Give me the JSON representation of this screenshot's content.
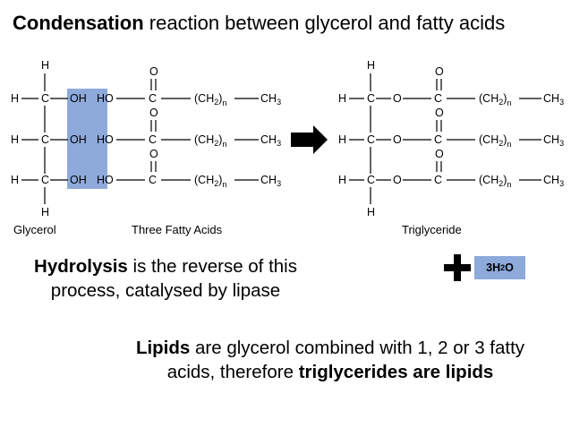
{
  "title": {
    "bold": "Condensation",
    "rest": " reaction between glycerol and fatty acids"
  },
  "glycerol": {
    "h_top": "H",
    "h_bottom": "H",
    "rows": [
      {
        "h": "H",
        "c": "C",
        "oh": "OH"
      },
      {
        "h": "H",
        "c": "C",
        "oh": "OH"
      },
      {
        "h": "H",
        "c": "C",
        "oh": "OH"
      }
    ],
    "caption": "Glycerol",
    "highlight_color": "#8eaadb"
  },
  "fatty_acids": {
    "rows": [
      {
        "ho": "HO",
        "o": "O",
        "c": "C",
        "chain": "(CH",
        "chain_sub": "2",
        "chain_close": ")",
        "n": "n",
        "ch": "CH",
        "ch_sub": "3"
      },
      {
        "ho": "HO",
        "o": "O",
        "c": "C",
        "chain": "(CH",
        "chain_sub": "2",
        "chain_close": ")",
        "n": "n",
        "ch": "CH",
        "ch_sub": "3"
      },
      {
        "ho": "HO",
        "o": "O",
        "c": "C",
        "chain": "(CH",
        "chain_sub": "2",
        "chain_close": ")",
        "n": "n",
        "ch": "CH",
        "ch_sub": "3"
      }
    ],
    "caption": "Three Fatty Acids"
  },
  "triglyceride": {
    "h_top": "H",
    "h_bottom": "H",
    "rows": [
      {
        "h": "H",
        "c": "C",
        "o_ester": "O",
        "o_dbl": "O",
        "c2": "C",
        "chain": "(CH",
        "chain_sub": "2",
        "chain_close": ")",
        "n": "n",
        "ch": "CH",
        "ch_sub": "3"
      },
      {
        "h": "H",
        "c": "C",
        "o_ester": "O",
        "o_dbl": "O",
        "c2": "C",
        "chain": "(CH",
        "chain_sub": "2",
        "chain_close": ")",
        "n": "n",
        "ch": "CH",
        "ch_sub": "3"
      },
      {
        "h": "H",
        "c": "C",
        "o_ester": "O",
        "o_dbl": "O",
        "c2": "C",
        "chain": "(CH",
        "chain_sub": "2",
        "chain_close": ")",
        "n": "n",
        "ch": "CH",
        "ch_sub": "3"
      }
    ],
    "caption": "Triglyceride"
  },
  "water": {
    "prefix": "3H",
    "sub": "2",
    "suffix": "O",
    "color": "#8eaadb"
  },
  "hydrolysis": {
    "bold": "Hydrolysis",
    "line1_rest": " is the reverse of this",
    "line2": "process, catalysed by lipase"
  },
  "lipids": {
    "bold1": "Lipids",
    "line1_rest": " are glycerol combined with 1, 2 or 3 fatty",
    "line2_pre": "acids, therefore ",
    "bold2": "triglycerides are lipids"
  }
}
